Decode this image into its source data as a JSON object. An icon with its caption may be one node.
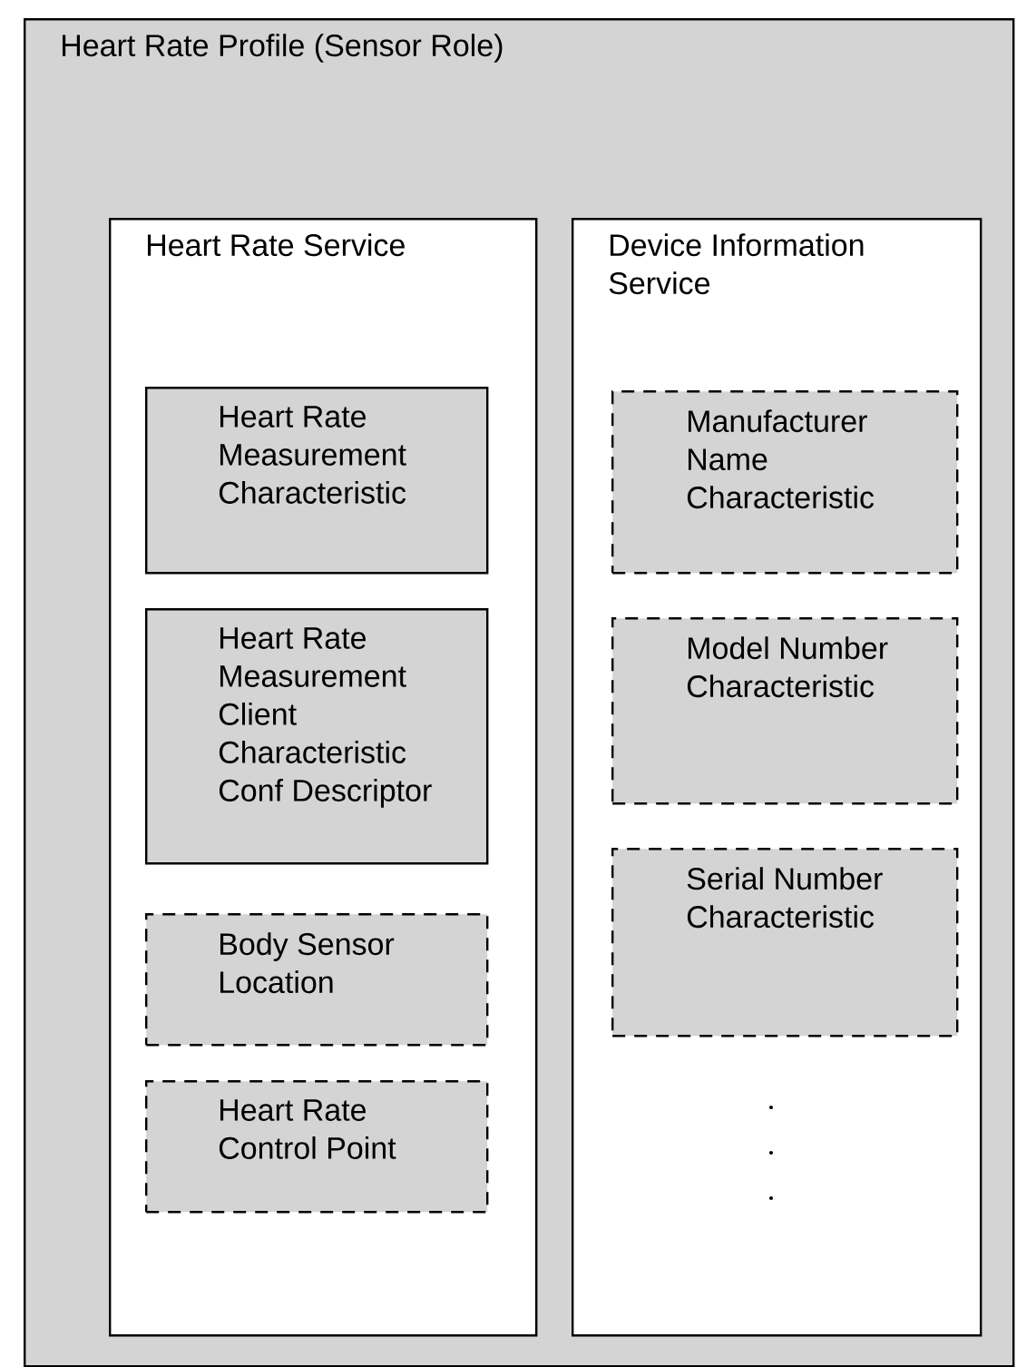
{
  "diagram": {
    "nodes": [
      {
        "text": [
          "Heart Rate Profile (Sensor Role)"
        ]
      },
      {
        "text": [
          "Heart Rate Service"
        ],
        "in": 0
      },
      {
        "text": [
          "Heart Rate Measurement Characteristic"
        ],
        "in": 1
      },
      {
        "text": [
          "Heart Rate Measurement Client Characteristic Conf Descriptor"
        ],
        "in": 1
      },
      {
        "text": [
          "Body Sensor Location"
        ],
        "in": 1
      },
      {
        "text": [
          "Heart Rate Control Point"
        ],
        "in": 1
      },
      {
        "text": [
          "Device Information Service"
        ],
        "in": 0
      },
      {
        "text": [
          "Manufacturer Name Characteristic"
        ],
        "in": 6
      },
      {
        "text": [
          "Model Number Characteristic"
        ],
        "in": 6
      },
      {
        "text": [
          "Serial Number Characteristic"
        ],
        "in": 6
      }
    ]
  }
}
